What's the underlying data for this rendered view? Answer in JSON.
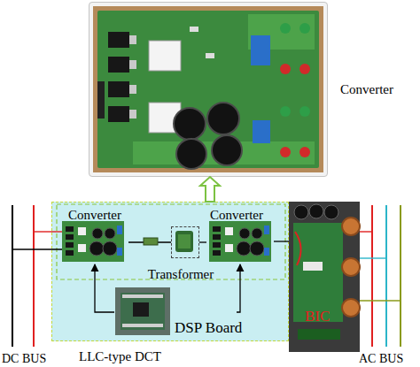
{
  "diagram": {
    "nodes": [
      {
        "text": [
          "Converter"
        ]
      },
      {
        "text": [
          "LLC-type DCT"
        ]
      },
      {
        "text": [
          "Converter"
        ],
        "in": 1
      },
      {
        "text": [
          "Transformer"
        ],
        "in": 1
      },
      {
        "text": [
          "Converter"
        ],
        "in": 1
      },
      {
        "text": [
          "DSP Board"
        ],
        "in": 1
      },
      {
        "text": [
          "BIC"
        ]
      }
    ],
    "edges": [
      {
        "from": 1,
        "to": 0,
        "arrow": "to"
      },
      {
        "from": 2,
        "to": 3,
        "arrow": "none"
      },
      {
        "from": 3,
        "to": 4,
        "arrow": "none"
      },
      {
        "from": 5,
        "to": 2,
        "arrow": "to"
      },
      {
        "from": 5,
        "to": 4,
        "arrow": "to"
      },
      {
        "from": 4,
        "to": 6,
        "arrow": "none"
      }
    ],
    "labels": [
      "DC BUS",
      "AC BUS"
    ]
  }
}
